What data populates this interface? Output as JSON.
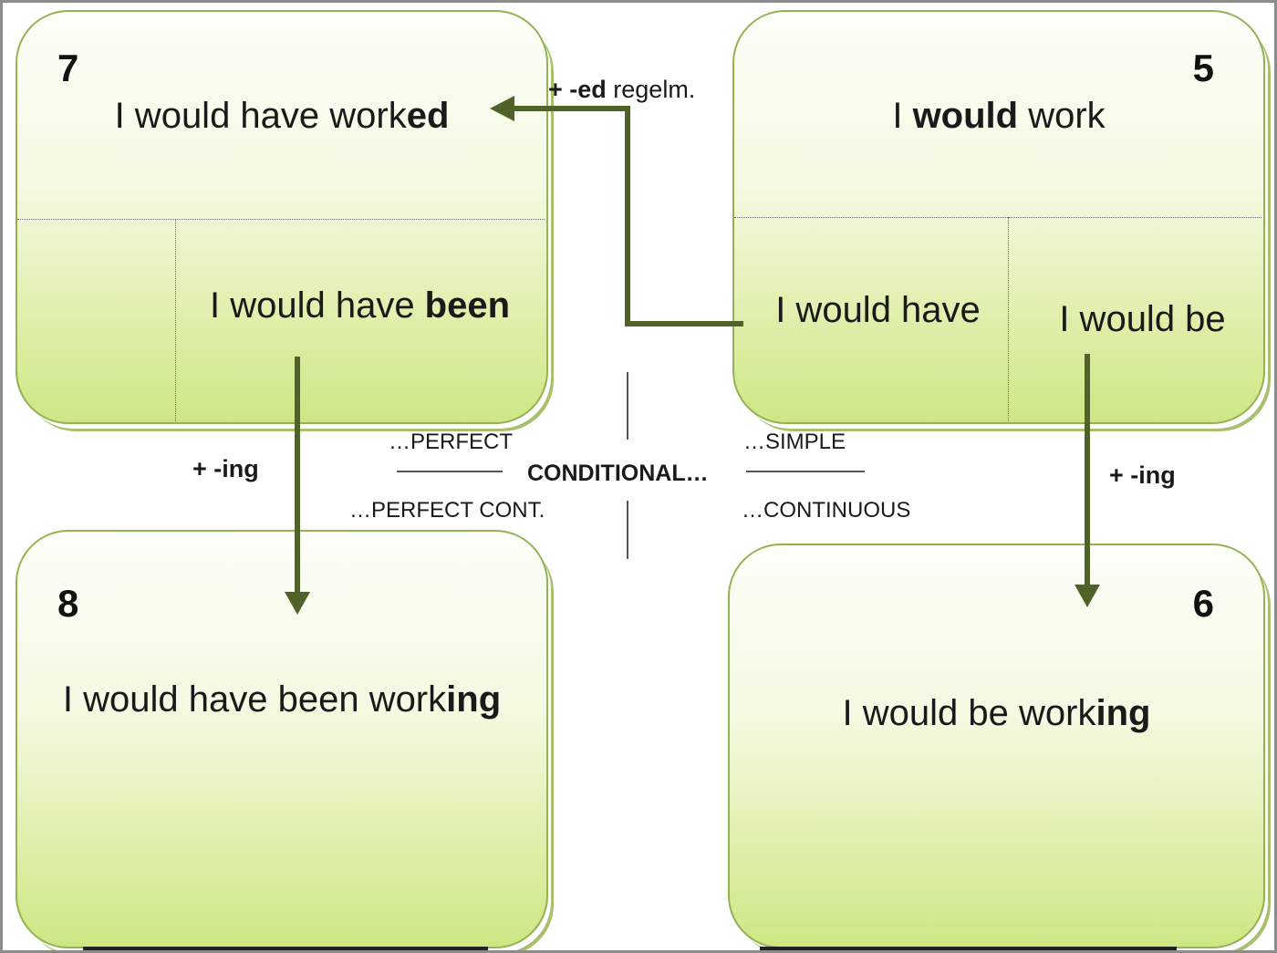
{
  "colors": {
    "arrow": "#4f6228",
    "box_border": "#94b254",
    "box_gradient_top": "#fdfef9",
    "box_gradient_bottom": "#cde784",
    "frame": "#8c8c8c"
  },
  "boxes": {
    "top_left": {
      "number": "7",
      "main_pre": "I would have work",
      "main_bold": "ed",
      "sub_pre": "I would have ",
      "sub_bold": "been"
    },
    "top_right": {
      "number": "5",
      "main_pre": "I ",
      "main_bold": "would",
      "main_post": " work",
      "sub_left": "I would have",
      "sub_right": "I would be"
    },
    "bottom_left": {
      "number": "8",
      "main_pre": "I would have been work",
      "main_bold": "ing"
    },
    "bottom_right": {
      "number": "6",
      "main_pre": "I would be work",
      "main_bold": "ing"
    }
  },
  "center": {
    "title": "CONDITIONAL…",
    "quadrant_top_left": "…PERFECT",
    "quadrant_top_right": "…SIMPLE",
    "quadrant_bottom_left": "…PERFECT CONT.",
    "quadrant_bottom_right": "…CONTINUOUS"
  },
  "arrow_labels": {
    "ed_bold": "+ -ed",
    "ed_rest": " regelm.",
    "ing_left": "+ -ing",
    "ing_right": "+ -ing"
  }
}
